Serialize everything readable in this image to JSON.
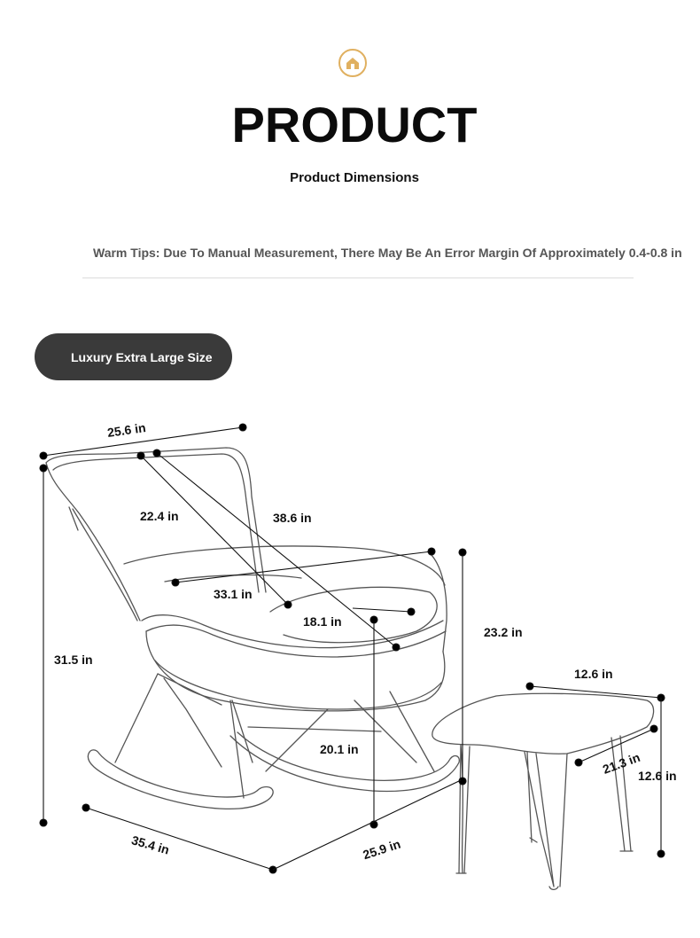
{
  "header": {
    "icon": "home-icon",
    "accent_color": "#e0b060",
    "title": "PRODUCT",
    "subtitle": "Product Dimensions"
  },
  "notice": {
    "warm_tips": "Warm Tips: Due To Manual Measurement, There May Be An Error Margin Of Approximately 0.4-0.8 in"
  },
  "size_badge": {
    "label": "Luxury Extra Large Size"
  },
  "dimensions": {
    "chair_width": "25.6 in",
    "seat_depth": "22.4 in",
    "backrest_diagonal": "38.6 in",
    "seat_width": "33.1 in",
    "cushion_depth": "18.1 in",
    "total_height": "31.5 in",
    "arm_height": "23.2 in",
    "seat_height": "20.1 in",
    "base_length": "35.4 in",
    "base_width": "25.9 in",
    "ottoman_width": "12.6 in",
    "ottoman_depth": "21.3 in",
    "ottoman_height": "12.6 in"
  }
}
